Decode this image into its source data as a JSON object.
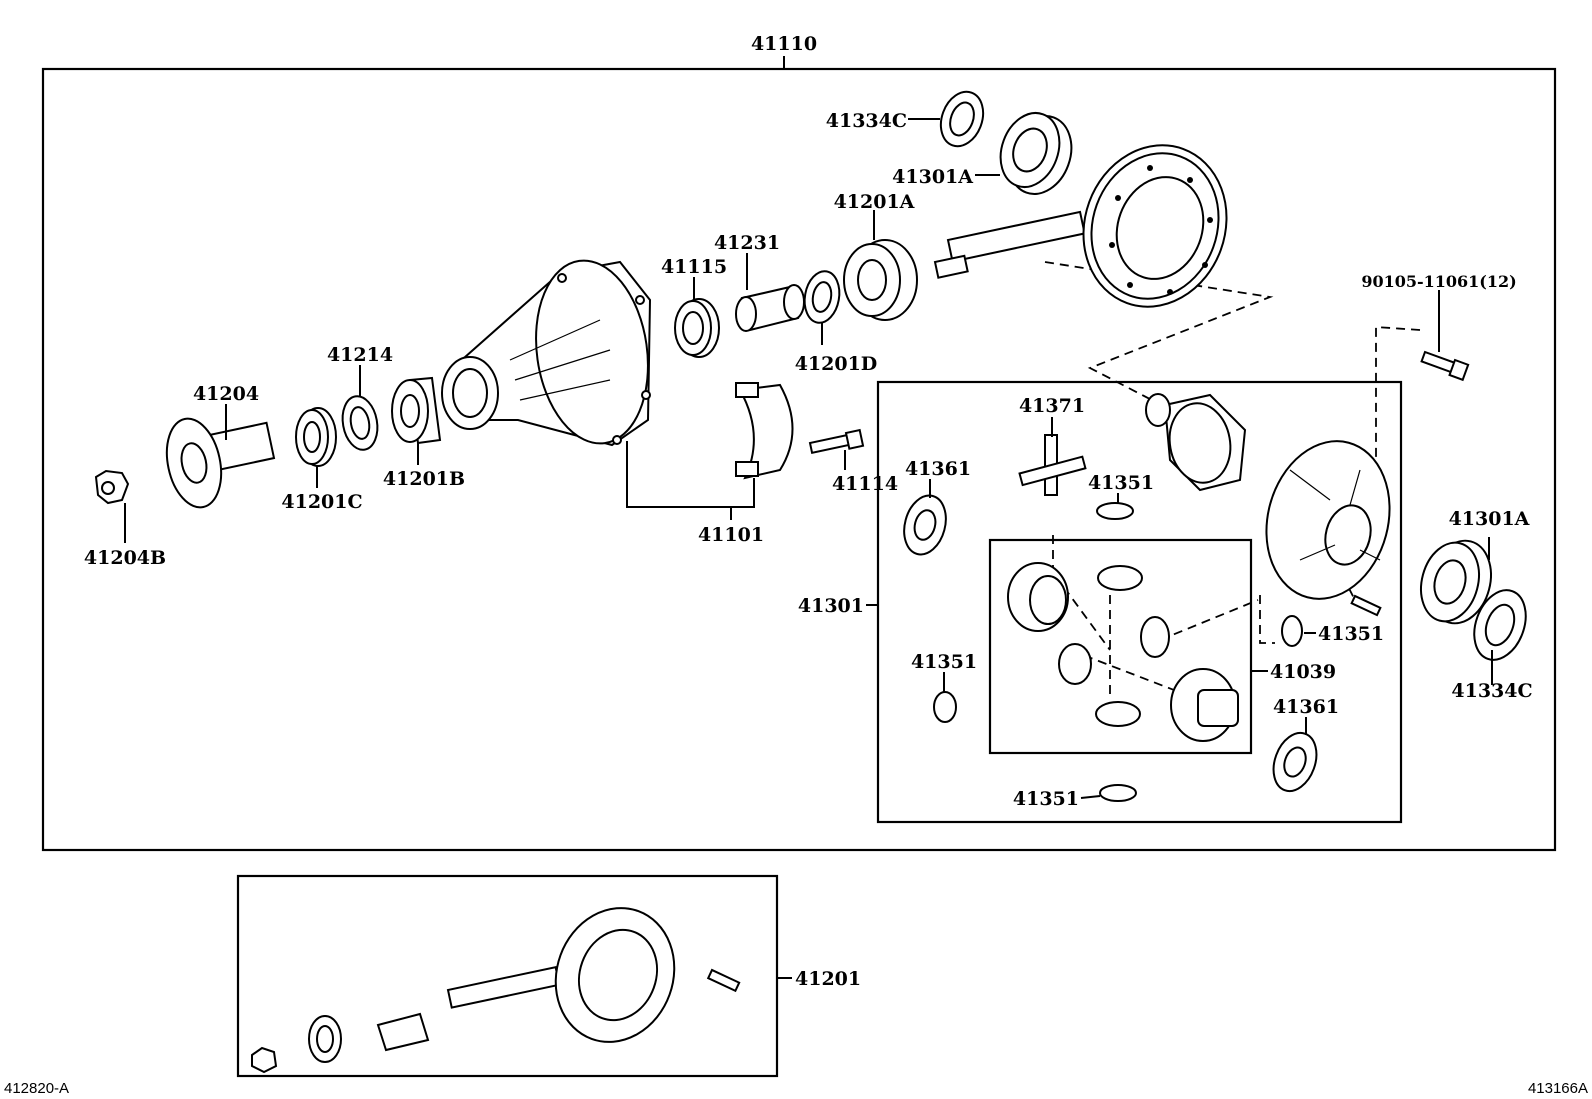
{
  "labels": {
    "assembly": "41110",
    "ring_washer_top": "41334C",
    "bearing_top": "41301A",
    "bearing_pinion_a": "41201A",
    "bolt_ring": "90105-11061(12)",
    "spacer": "41231",
    "seal": "41115",
    "washer_d": "41201D",
    "washer_41214": "41214",
    "flange": "41204",
    "bearing_b": "41201B",
    "seal_c": "41201C",
    "nut": "41204B",
    "bolt_cap": "41114",
    "cap_assembly": "41101",
    "spider": "41371",
    "side_washer_left": "41361",
    "pinion_washer_top": "41351",
    "diff_case": "41301",
    "pinion_washer_right": "41351",
    "gear_kit": "41039",
    "pinion_washer_left": "41351",
    "side_washer_right": "41361",
    "pinion_washer_bottom": "41351",
    "bearing_right": "41301A",
    "ring_washer_right": "41334C",
    "ring_gear_set": "41201"
  },
  "footer": {
    "left_code": "412820-A",
    "right_code": "413166A"
  }
}
